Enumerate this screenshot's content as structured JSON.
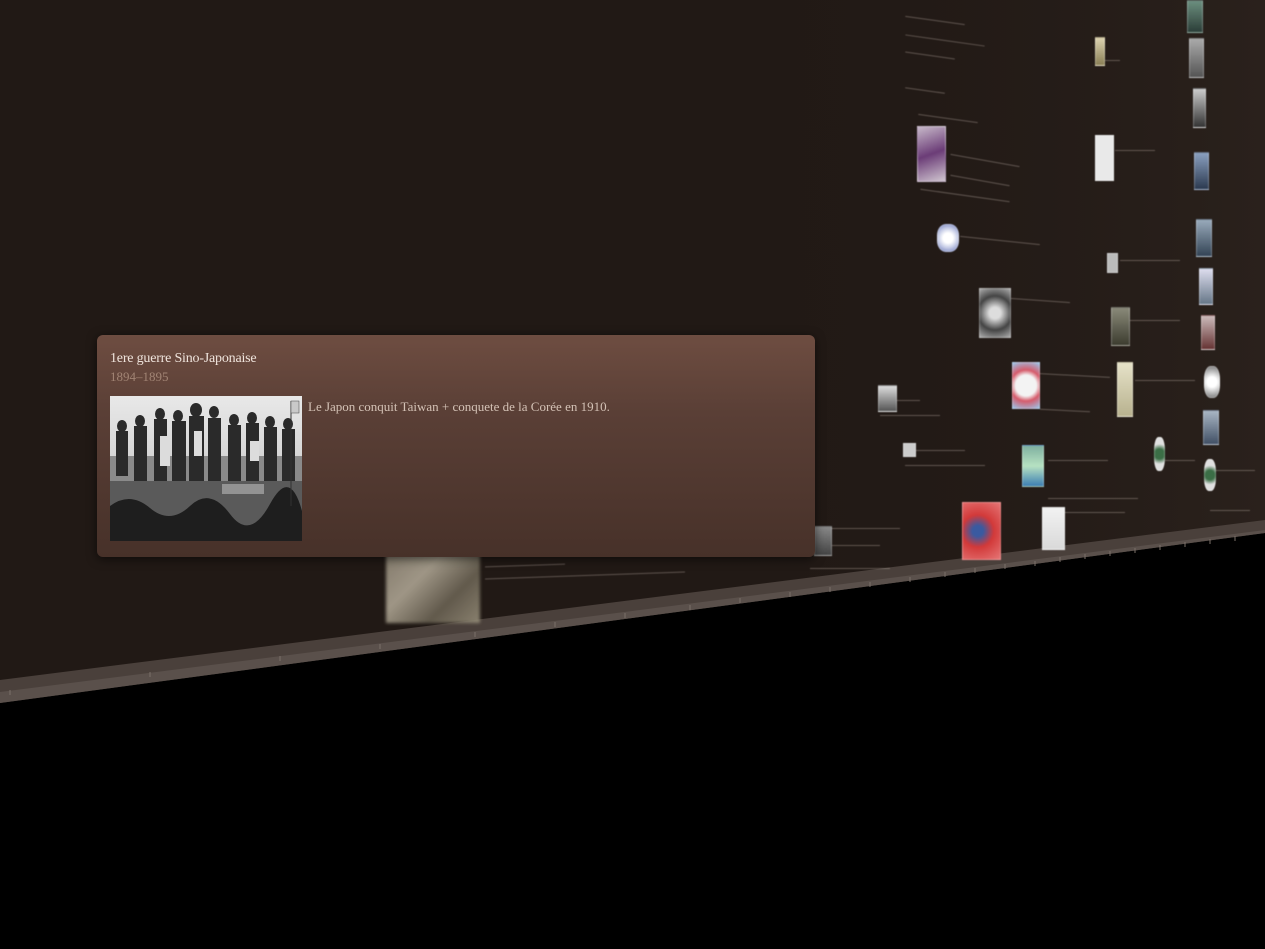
{
  "event": {
    "title": "1ere guerre Sino-Japonaise",
    "dates": "1894–1895",
    "description": "Le Japon conquit Taiwan + conquete de la Corée en 1910.",
    "image_icon": "historical-engraving-image"
  },
  "colors": {
    "background": "#211915",
    "card_top": "#6e4d41",
    "card_bottom": "#473129",
    "floor": "#000000"
  }
}
